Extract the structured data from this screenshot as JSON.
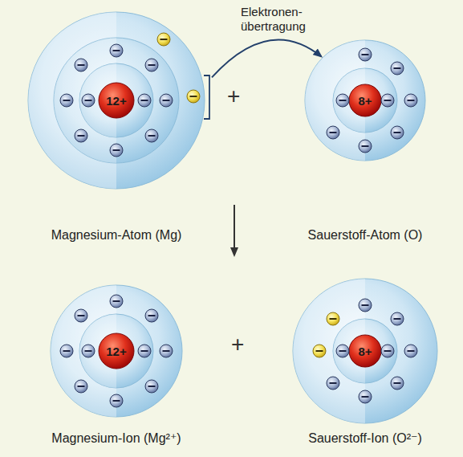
{
  "diagram": {
    "nodes": [
      {
        "text": [
          "Magnesium-Atom (Mg)"
        ]
      },
      {
        "text": [
          "12+"
        ],
        "in": 0
      },
      {
        "text": [
          "Sauerstoff-Atom (O)"
        ]
      },
      {
        "text": [
          "8+"
        ],
        "in": 2
      },
      {
        "text": [
          "Magnesium-Ion (Mg²⁺)"
        ]
      },
      {
        "text": [
          "12+"
        ],
        "in": 4
      },
      {
        "text": [
          "Sauerstoff-Ion (O²⁻)"
        ]
      },
      {
        "text": [
          "8+"
        ],
        "in": 6
      }
    ],
    "edges": [
      {
        "from": 0,
        "to": 2,
        "label": "Elektronen- übertragung",
        "arrow": "to"
      },
      {
        "from": 0,
        "to": 4,
        "arrow": "to"
      }
    ],
    "labels": [
      "+",
      "+"
    ]
  }
}
